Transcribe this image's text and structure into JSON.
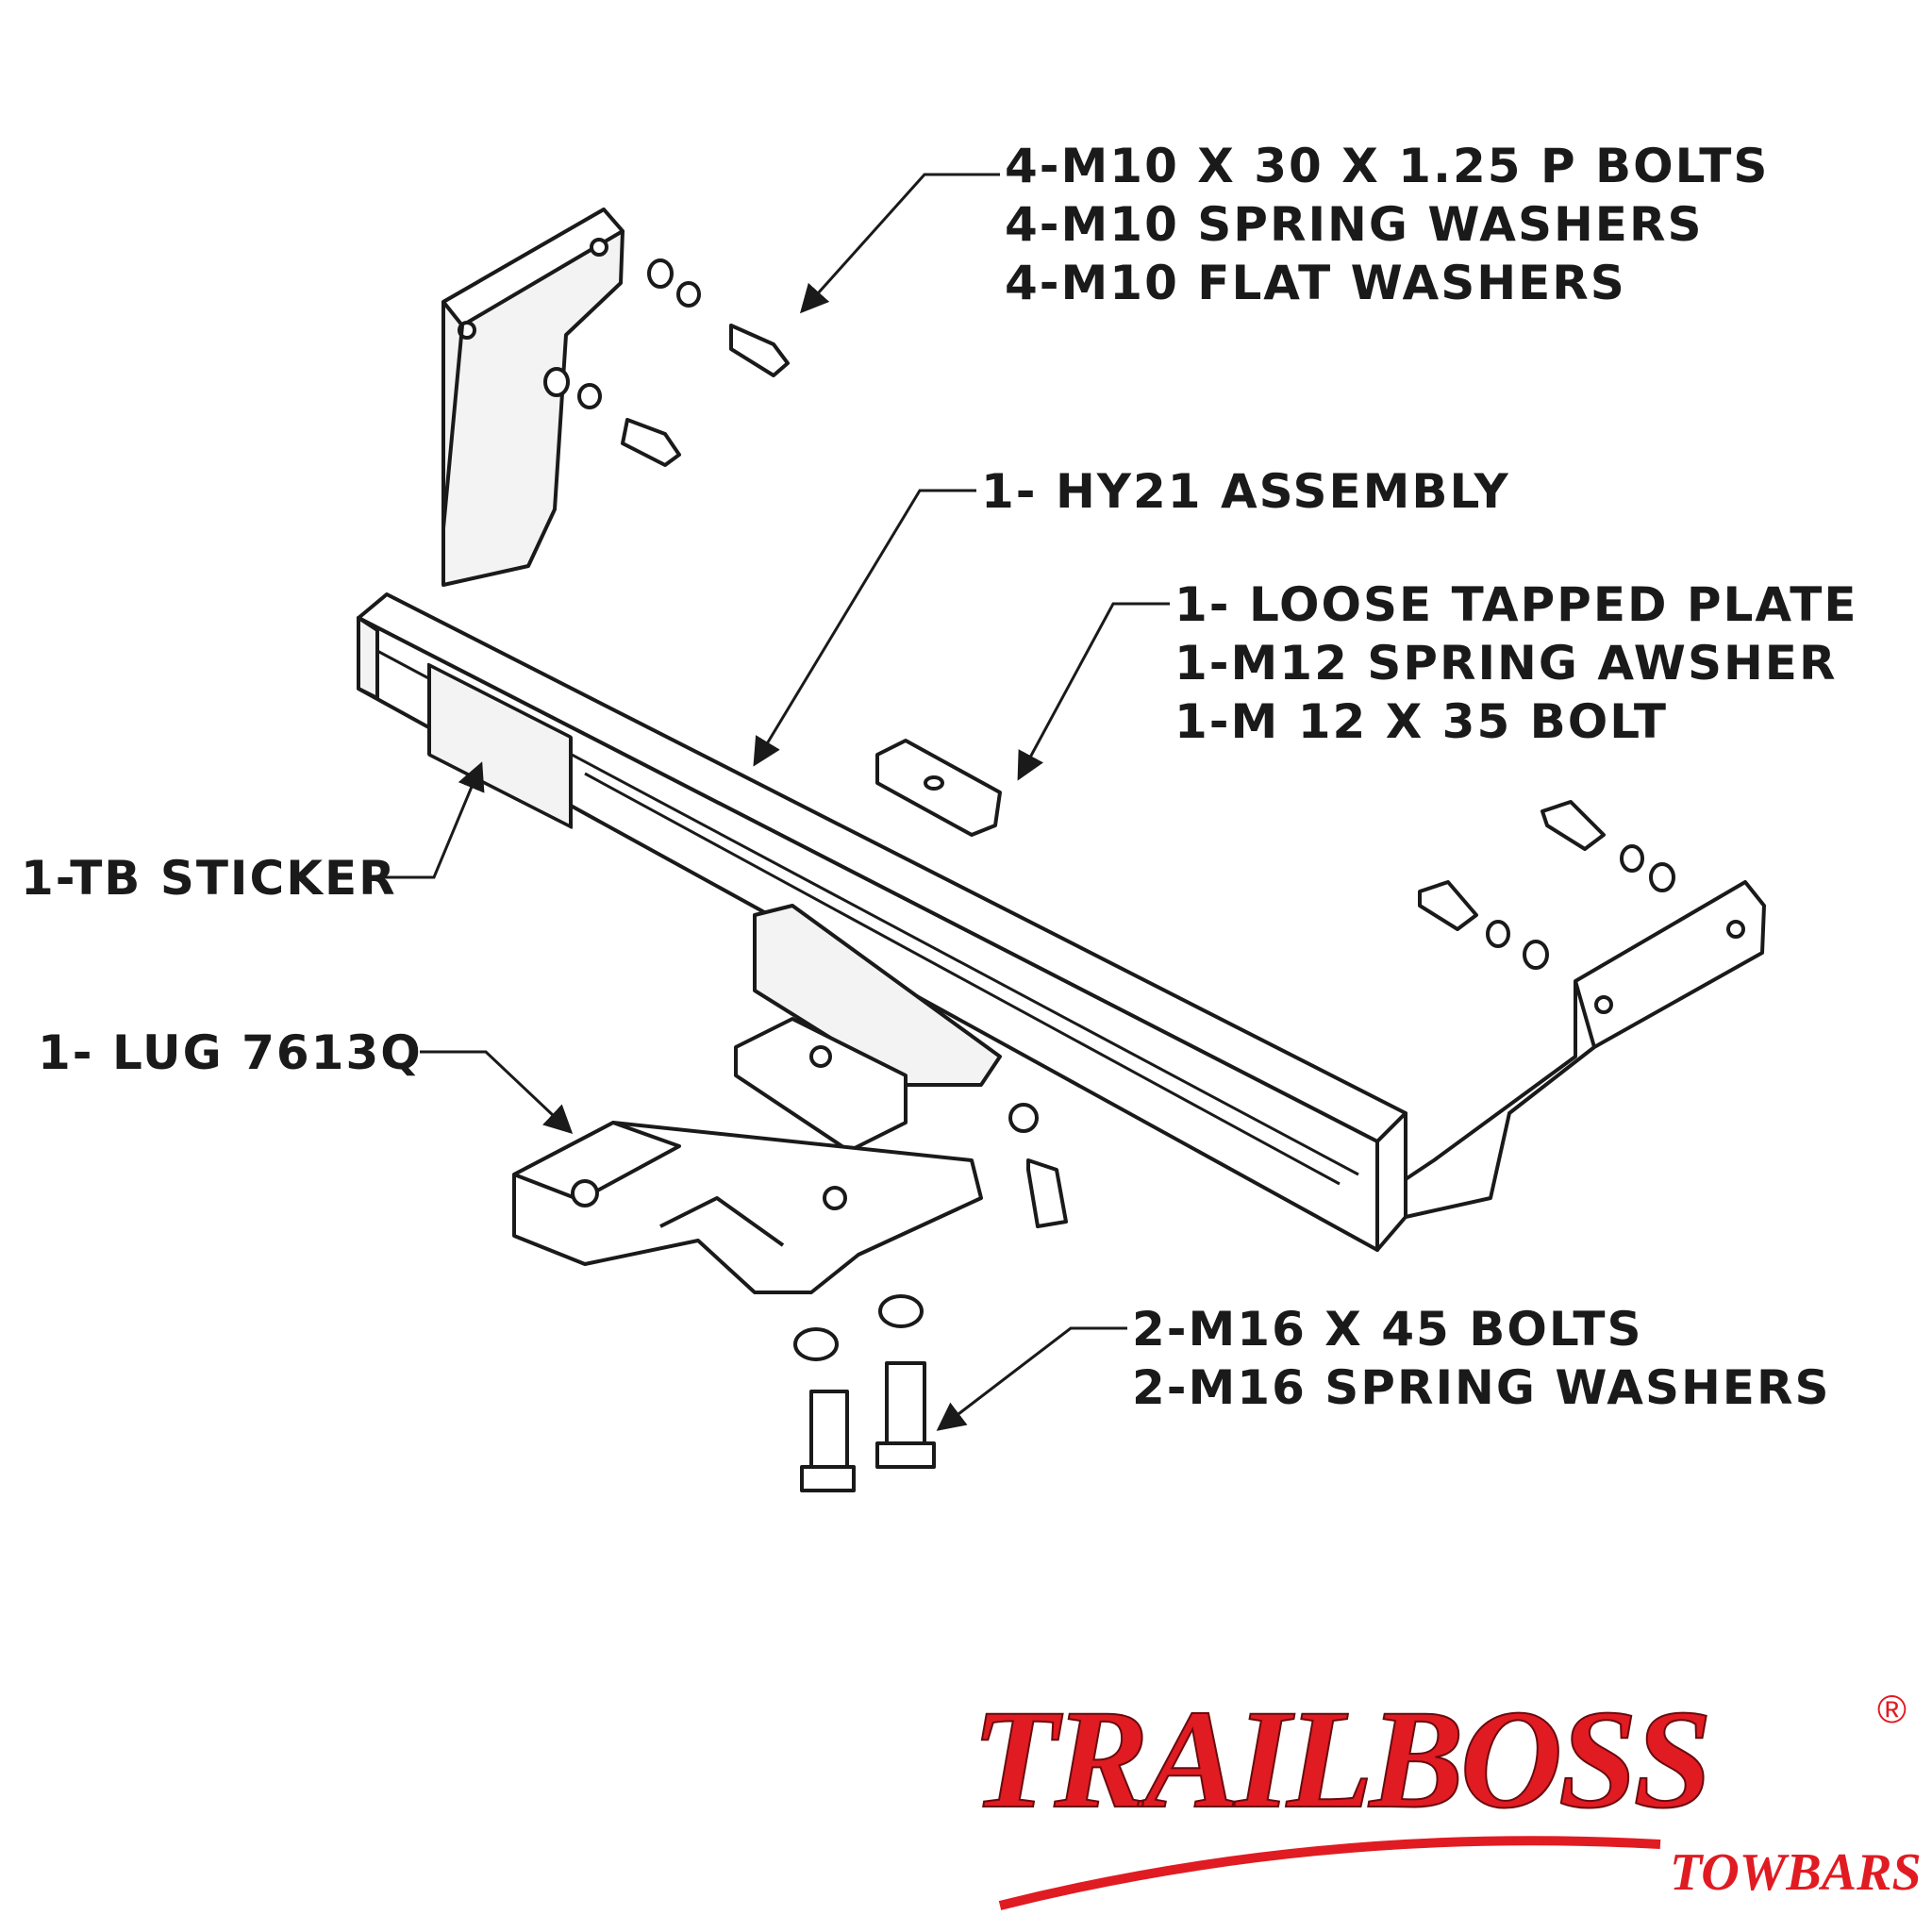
{
  "callouts": {
    "m10_bolts": {
      "lines": [
        "4-M10 X 30 X 1.25 P BOLTS",
        "4-M10 SPRING WASHERS",
        "4-M10 FLAT WASHERS"
      ]
    },
    "assembly": {
      "lines": [
        "1- HY21 ASSEMBLY"
      ]
    },
    "tapped_plate": {
      "lines": [
        "1- LOOSE TAPPED PLATE",
        "1-M12 SPRING AWSHER",
        "1-M 12 X 35 BOLT"
      ]
    },
    "sticker": {
      "lines": [
        "1-TB STICKER"
      ]
    },
    "lug": {
      "lines": [
        "1- LUG 7613Q"
      ]
    },
    "m16_bolts": {
      "lines": [
        "2-M16 X 45 BOLTS",
        "2-M16 SPRING WASHERS"
      ]
    }
  },
  "brand": {
    "name": "TRAILBOSS",
    "registered": "®",
    "tagline": "TOWBARS",
    "color": "#e01b22"
  },
  "colors": {
    "line": "#1a1a1a",
    "fill": "#ffffff",
    "shade": "#f0f0f0"
  }
}
